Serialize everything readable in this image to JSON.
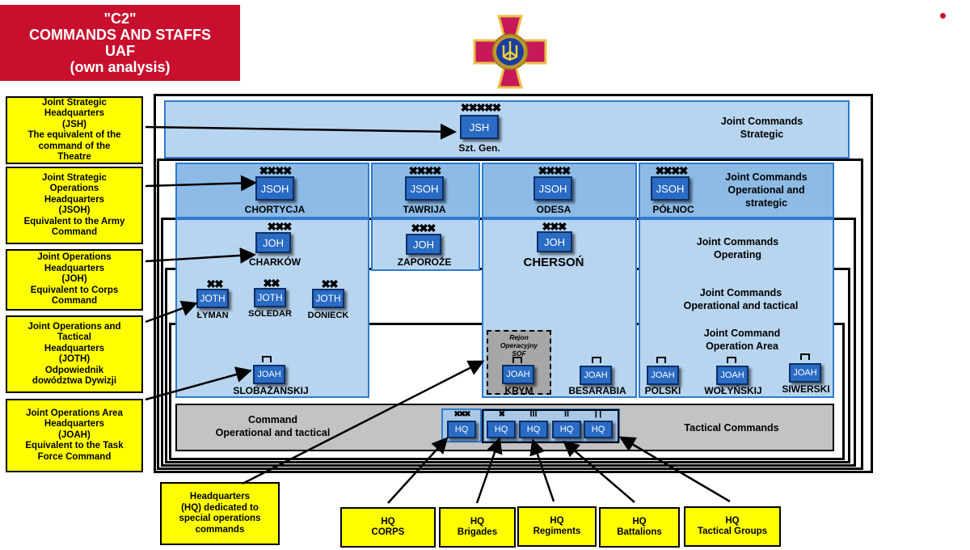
{
  "title": {
    "line1": "\"C2\"",
    "line2": "COMMANDS AND STAFFS",
    "line3": "UAF",
    "line4": "(own analysis)"
  },
  "legend": [
    {
      "lines": [
        "Joint Strategic",
        "Headquarters",
        "(JSH)",
        "The equivalent of the",
        "command of the",
        "Theatre"
      ]
    },
    {
      "lines": [
        "Joint Strategic",
        "Operations",
        "Headquarters",
        "(JSOH)",
        "Equivalent to the Army",
        "Command"
      ]
    },
    {
      "lines": [
        "Joint Operations",
        "Headquarters",
        "(JOH)",
        "Equivalent to Corps",
        "Command"
      ]
    },
    {
      "lines": [
        "Joint Operations and",
        "Tactical",
        "Headquarters",
        "(JOTH)",
        "Odpowiednik",
        "dowództwa Dywizji"
      ]
    },
    {
      "lines": [
        "Joint Operations Area",
        "Headquarters",
        "(JOAH)",
        "Equivalent to the Task",
        "Force Command"
      ]
    }
  ],
  "categories": {
    "strategic": [
      "Joint Commands",
      "Strategic"
    ],
    "op_strategic": [
      "Joint Commands",
      "Operational and",
      "strategic"
    ],
    "operating": [
      "Joint Commands",
      "Operating"
    ],
    "op_tactical": [
      "Joint Commands",
      "Operational and tactical"
    ],
    "operation_area": [
      "Joint Command",
      "Operation Area"
    ],
    "command_op_tactical": [
      "Command",
      "Operational and tactical"
    ],
    "tactical": "Tactical Commands"
  },
  "units": {
    "jsh": {
      "label": "JSH",
      "rank": "✖✖✖✖✖",
      "name": "Szt. Gen."
    },
    "jsoh": [
      {
        "label": "JSOH",
        "rank": "✖✖✖✖",
        "name": "CHORTYCJA"
      },
      {
        "label": "JSOH",
        "rank": "✖✖✖✖",
        "name": "TAWRIJA"
      },
      {
        "label": "JSOH",
        "rank": "✖✖✖✖",
        "name": "ODESA"
      },
      {
        "label": "JSOH",
        "rank": "✖✖✖✖",
        "name": "PÓŁNOC"
      }
    ],
    "joh": [
      {
        "label": "JOH",
        "rank": "✖✖✖",
        "name": "CHARKÓW"
      },
      {
        "label": "JOH",
        "rank": "✖✖✖",
        "name": "ZAPOROŻE"
      },
      {
        "label": "JOH",
        "rank": "✖✖✖",
        "name": "CHERSOŃ"
      }
    ],
    "joth": [
      {
        "label": "JOTH",
        "rank": "✖✖",
        "name": "ŁYMAN"
      },
      {
        "label": "JOTH",
        "rank": "✖✖",
        "name": "SOLEDAR"
      },
      {
        "label": "JOTH",
        "rank": "✖✖",
        "name": "DONIECK"
      }
    ],
    "joah": [
      {
        "label": "JOAH",
        "name": "SLOBAŻANSKIJ"
      },
      {
        "label": "JOAH",
        "name": "KRYM"
      },
      {
        "label": "JOAH",
        "name": "BESARABIA"
      },
      {
        "label": "JOAH",
        "name": "POLSKI"
      },
      {
        "label": "JOAH",
        "name": "WOŁYŃSKIJ"
      },
      {
        "label": "JOAH",
        "name": "SIWERSKI"
      }
    ],
    "sof_region": [
      "Rejon",
      "Operacyjny",
      "SOF"
    ],
    "hq": [
      {
        "label": "HQ",
        "rank": "✖✖✖"
      },
      {
        "label": "HQ",
        "rank": "✖"
      },
      {
        "label": "HQ",
        "rank": "III"
      },
      {
        "label": "HQ",
        "rank": "II"
      },
      {
        "label": "HQ",
        "rank": "∏"
      }
    ]
  },
  "bottom_legend": {
    "sof_hq": [
      "Headquarters",
      "(HQ) dedicated to",
      "special operations",
      "commands"
    ],
    "corps": [
      "HQ",
      "CORPS"
    ],
    "brigades": [
      "HQ",
      "Brigades"
    ],
    "regiments": [
      "HQ",
      "Regiments"
    ],
    "battalions": [
      "HQ",
      "Battalions"
    ],
    "tactical_groups": [
      "HQ",
      "Tactical Groups"
    ]
  },
  "colors": {
    "title_bg": "#c8102e",
    "legend_bg": "#ffff00",
    "region": "#b8d5ef",
    "unit": "#2a6bc4",
    "emblem_cross": "#c8185a",
    "emblem_trident": "#1a3f9e"
  }
}
